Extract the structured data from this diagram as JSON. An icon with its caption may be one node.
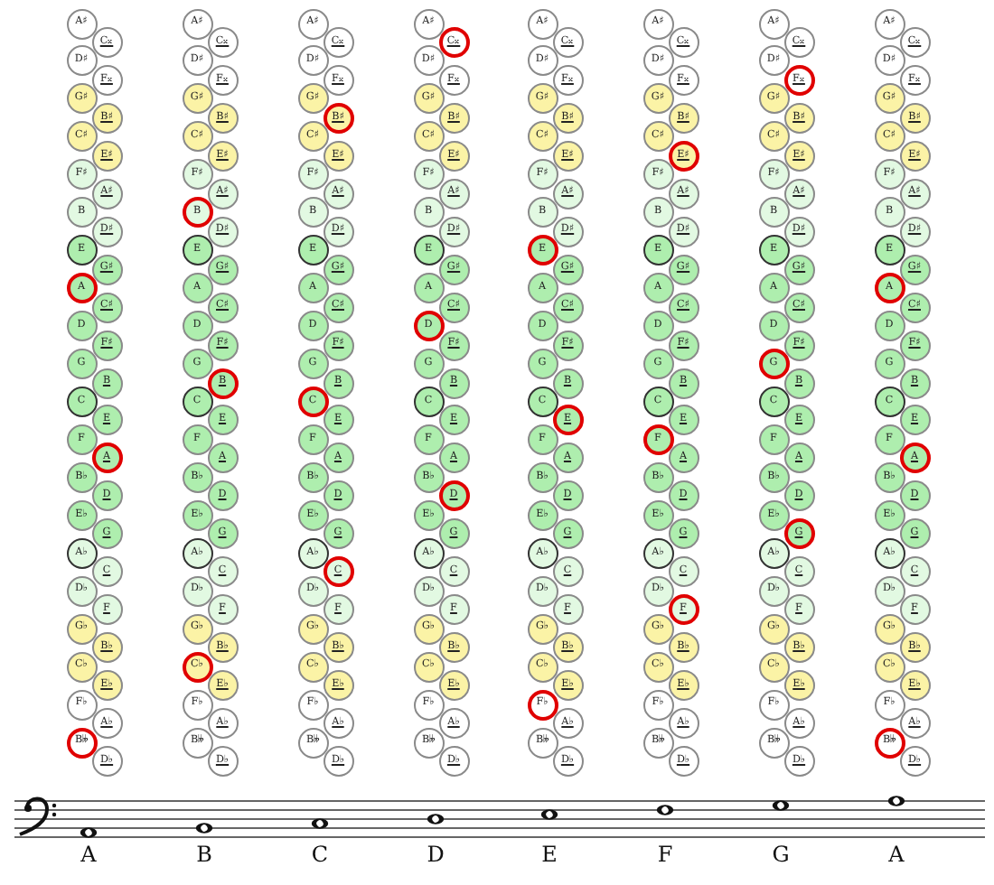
{
  "diagram": {
    "nodes": [
      {
        "text": [
          "A♯"
        ]
      },
      {
        "text": [
          "C𝄪"
        ]
      },
      {
        "text": [
          "D♯"
        ]
      },
      {
        "text": [
          "F𝄪"
        ]
      },
      {
        "text": [
          "G♯"
        ]
      },
      {
        "text": [
          "B♯"
        ]
      },
      {
        "text": [
          "C♯"
        ]
      },
      {
        "text": [
          "E♯"
        ]
      },
      {
        "text": [
          "F♯"
        ]
      },
      {
        "text": [
          "A♯"
        ]
      },
      {
        "text": [
          "B"
        ]
      },
      {
        "text": [
          "D♯"
        ]
      },
      {
        "text": [
          "E"
        ]
      },
      {
        "text": [
          "G♯"
        ]
      },
      {
        "text": [
          "A"
        ]
      },
      {
        "text": [
          "C♯"
        ]
      },
      {
        "text": [
          "D"
        ]
      },
      {
        "text": [
          "F♯"
        ]
      },
      {
        "text": [
          "G"
        ]
      },
      {
        "text": [
          "B"
        ]
      },
      {
        "text": [
          "C"
        ]
      },
      {
        "text": [
          "E"
        ]
      },
      {
        "text": [
          "F"
        ]
      },
      {
        "text": [
          "A"
        ]
      },
      {
        "text": [
          "B♭"
        ]
      },
      {
        "text": [
          "D"
        ]
      },
      {
        "text": [
          "E♭"
        ]
      },
      {
        "text": [
          "G"
        ]
      },
      {
        "text": [
          "A♭"
        ]
      },
      {
        "text": [
          "C"
        ]
      },
      {
        "text": [
          "D♭"
        ]
      },
      {
        "text": [
          "F"
        ]
      },
      {
        "text": [
          "G♭"
        ]
      },
      {
        "text": [
          "B♭"
        ]
      },
      {
        "text": [
          "C♭"
        ]
      },
      {
        "text": [
          "E♭"
        ]
      },
      {
        "text": [
          "F♭"
        ]
      },
      {
        "text": [
          "A♭"
        ]
      },
      {
        "text": [
          "B𝄫"
        ]
      },
      {
        "text": [
          "D♭"
        ]
      },
      {
        "text": [
          "A♯"
        ]
      },
      {
        "text": [
          "C𝄪"
        ]
      },
      {
        "text": [
          "D♯"
        ]
      },
      {
        "text": [
          "F𝄪"
        ]
      },
      {
        "text": [
          "G♯"
        ]
      },
      {
        "text": [
          "B♯"
        ]
      },
      {
        "text": [
          "C♯"
        ]
      },
      {
        "text": [
          "E♯"
        ]
      },
      {
        "text": [
          "F♯"
        ]
      },
      {
        "text": [
          "A♯"
        ]
      },
      {
        "text": [
          "B"
        ]
      },
      {
        "text": [
          "D♯"
        ]
      },
      {
        "text": [
          "E"
        ]
      },
      {
        "text": [
          "G♯"
        ]
      },
      {
        "text": [
          "A"
        ]
      },
      {
        "text": [
          "C♯"
        ]
      },
      {
        "text": [
          "D"
        ]
      },
      {
        "text": [
          "F♯"
        ]
      },
      {
        "text": [
          "G"
        ]
      },
      {
        "text": [
          "B"
        ]
      },
      {
        "text": [
          "C"
        ]
      },
      {
        "text": [
          "E"
        ]
      },
      {
        "text": [
          "F"
        ]
      },
      {
        "text": [
          "A"
        ]
      },
      {
        "text": [
          "B♭"
        ]
      },
      {
        "text": [
          "D"
        ]
      },
      {
        "text": [
          "E♭"
        ]
      },
      {
        "text": [
          "G"
        ]
      },
      {
        "text": [
          "A♭"
        ]
      },
      {
        "text": [
          "C"
        ]
      },
      {
        "text": [
          "D♭"
        ]
      },
      {
        "text": [
          "F"
        ]
      },
      {
        "text": [
          "G♭"
        ]
      },
      {
        "text": [
          "B♭"
        ]
      },
      {
        "text": [
          "C♭"
        ]
      },
      {
        "text": [
          "E♭"
        ]
      },
      {
        "text": [
          "F♭"
        ]
      },
      {
        "text": [
          "A♭"
        ]
      },
      {
        "text": [
          "B𝄫"
        ]
      },
      {
        "text": [
          "D♭"
        ]
      },
      {
        "text": [
          "A♯"
        ]
      },
      {
        "text": [
          "C𝄪"
        ]
      },
      {
        "text": [
          "D♯"
        ]
      },
      {
        "text": [
          "F𝄪"
        ]
      },
      {
        "text": [
          "G♯"
        ]
      },
      {
        "text": [
          "B♯"
        ]
      },
      {
        "text": [
          "C♯"
        ]
      },
      {
        "text": [
          "E♯"
        ]
      },
      {
        "text": [
          "F♯"
        ]
      },
      {
        "text": [
          "A♯"
        ]
      },
      {
        "text": [
          "B"
        ]
      },
      {
        "text": [
          "D♯"
        ]
      },
      {
        "text": [
          "E"
        ]
      },
      {
        "text": [
          "G♯"
        ]
      },
      {
        "text": [
          "A"
        ]
      },
      {
        "text": [
          "C♯"
        ]
      },
      {
        "text": [
          "D"
        ]
      },
      {
        "text": [
          "F♯"
        ]
      },
      {
        "text": [
          "G"
        ]
      },
      {
        "text": [
          "B"
        ]
      },
      {
        "text": [
          "C"
        ]
      },
      {
        "text": [
          "E"
        ]
      },
      {
        "text": [
          "F"
        ]
      },
      {
        "text": [
          "A"
        ]
      },
      {
        "text": [
          "B♭"
        ]
      },
      {
        "text": [
          "D"
        ]
      },
      {
        "text": [
          "E♭"
        ]
      },
      {
        "text": [
          "G"
        ]
      },
      {
        "text": [
          "A♭"
        ]
      },
      {
        "text": [
          "C"
        ]
      },
      {
        "text": [
          "D♭"
        ]
      },
      {
        "text": [
          "F"
        ]
      },
      {
        "text": [
          "G♭"
        ]
      },
      {
        "text": [
          "B♭"
        ]
      },
      {
        "text": [
          "C♭"
        ]
      },
      {
        "text": [
          "E♭"
        ]
      },
      {
        "text": [
          "F♭"
        ]
      },
      {
        "text": [
          "A♭"
        ]
      },
      {
        "text": [
          "B𝄫"
        ]
      },
      {
        "text": [
          "D♭"
        ]
      },
      {
        "text": [
          "A♯"
        ]
      },
      {
        "text": [
          "C𝄪"
        ]
      },
      {
        "text": [
          "D♯"
        ]
      },
      {
        "text": [
          "F𝄪"
        ]
      },
      {
        "text": [
          "G♯"
        ]
      },
      {
        "text": [
          "B♯"
        ]
      },
      {
        "text": [
          "C♯"
        ]
      },
      {
        "text": [
          "E♯"
        ]
      },
      {
        "text": [
          "F♯"
        ]
      },
      {
        "text": [
          "A♯"
        ]
      },
      {
        "text": [
          "B"
        ]
      },
      {
        "text": [
          "D♯"
        ]
      },
      {
        "text": [
          "E"
        ]
      },
      {
        "text": [
          "G♯"
        ]
      },
      {
        "text": [
          "A"
        ]
      },
      {
        "text": [
          "C♯"
        ]
      },
      {
        "text": [
          "D"
        ]
      },
      {
        "text": [
          "F♯"
        ]
      },
      {
        "text": [
          "G"
        ]
      },
      {
        "text": [
          "B"
        ]
      },
      {
        "text": [
          "C"
        ]
      },
      {
        "text": [
          "E"
        ]
      },
      {
        "text": [
          "F"
        ]
      },
      {
        "text": [
          "A"
        ]
      },
      {
        "text": [
          "B♭"
        ]
      },
      {
        "text": [
          "D"
        ]
      },
      {
        "text": [
          "E♭"
        ]
      },
      {
        "text": [
          "G"
        ]
      },
      {
        "text": [
          "A♭"
        ]
      },
      {
        "text": [
          "C"
        ]
      },
      {
        "text": [
          "D♭"
        ]
      },
      {
        "text": [
          "F"
        ]
      },
      {
        "text": [
          "G♭"
        ]
      },
      {
        "text": [
          "B♭"
        ]
      },
      {
        "text": [
          "C♭"
        ]
      },
      {
        "text": [
          "E♭"
        ]
      },
      {
        "text": [
          "F♭"
        ]
      },
      {
        "text": [
          "A♭"
        ]
      },
      {
        "text": [
          "B𝄫"
        ]
      },
      {
        "text": [
          "D♭"
        ]
      },
      {
        "text": [
          "A♯"
        ]
      },
      {
        "text": [
          "C𝄪"
        ]
      },
      {
        "text": [
          "D♯"
        ]
      },
      {
        "text": [
          "F𝄪"
        ]
      },
      {
        "text": [
          "G♯"
        ]
      },
      {
        "text": [
          "B♯"
        ]
      },
      {
        "text": [
          "C♯"
        ]
      },
      {
        "text": [
          "E♯"
        ]
      },
      {
        "text": [
          "F♯"
        ]
      },
      {
        "text": [
          "A♯"
        ]
      },
      {
        "text": [
          "B"
        ]
      },
      {
        "text": [
          "D♯"
        ]
      },
      {
        "text": [
          "E"
        ]
      },
      {
        "text": [
          "G♯"
        ]
      },
      {
        "text": [
          "A"
        ]
      },
      {
        "text": [
          "C♯"
        ]
      },
      {
        "text": [
          "D"
        ]
      },
      {
        "text": [
          "F♯"
        ]
      },
      {
        "text": [
          "G"
        ]
      },
      {
        "text": [
          "B"
        ]
      },
      {
        "text": [
          "C"
        ]
      },
      {
        "text": [
          "E"
        ]
      },
      {
        "text": [
          "F"
        ]
      },
      {
        "text": [
          "A"
        ]
      },
      {
        "text": [
          "B♭"
        ]
      },
      {
        "text": [
          "D"
        ]
      },
      {
        "text": [
          "E♭"
        ]
      },
      {
        "text": [
          "G"
        ]
      },
      {
        "text": [
          "A♭"
        ]
      },
      {
        "text": [
          "C"
        ]
      },
      {
        "text": [
          "D♭"
        ]
      },
      {
        "text": [
          "F"
        ]
      },
      {
        "text": [
          "G♭"
        ]
      },
      {
        "text": [
          "B♭"
        ]
      },
      {
        "text": [
          "C♭"
        ]
      },
      {
        "text": [
          "E♭"
        ]
      },
      {
        "text": [
          "F♭"
        ]
      },
      {
        "text": [
          "A♭"
        ]
      },
      {
        "text": [
          "B𝄫"
        ]
      },
      {
        "text": [
          "D♭"
        ]
      },
      {
        "text": [
          "A♯"
        ]
      },
      {
        "text": [
          "C𝄪"
        ]
      },
      {
        "text": [
          "D♯"
        ]
      },
      {
        "text": [
          "F𝄪"
        ]
      },
      {
        "text": [
          "G♯"
        ]
      },
      {
        "text": [
          "B♯"
        ]
      },
      {
        "text": [
          "C♯"
        ]
      },
      {
        "text": [
          "E♯"
        ]
      },
      {
        "text": [
          "F♯"
        ]
      },
      {
        "text": [
          "A♯"
        ]
      },
      {
        "text": [
          "B"
        ]
      },
      {
        "text": [
          "D♯"
        ]
      },
      {
        "text": [
          "E"
        ]
      },
      {
        "text": [
          "G♯"
        ]
      },
      {
        "text": [
          "A"
        ]
      },
      {
        "text": [
          "C♯"
        ]
      },
      {
        "text": [
          "D"
        ]
      },
      {
        "text": [
          "F♯"
        ]
      },
      {
        "text": [
          "G"
        ]
      },
      {
        "text": [
          "B"
        ]
      },
      {
        "text": [
          "C"
        ]
      },
      {
        "text": [
          "E"
        ]
      },
      {
        "text": [
          "F"
        ]
      },
      {
        "text": [
          "A"
        ]
      },
      {
        "text": [
          "B♭"
        ]
      },
      {
        "text": [
          "D"
        ]
      },
      {
        "text": [
          "E♭"
        ]
      },
      {
        "text": [
          "G"
        ]
      },
      {
        "text": [
          "A♭"
        ]
      },
      {
        "text": [
          "C"
        ]
      },
      {
        "text": [
          "D♭"
        ]
      },
      {
        "text": [
          "F"
        ]
      },
      {
        "text": [
          "G♭"
        ]
      },
      {
        "text": [
          "B♭"
        ]
      },
      {
        "text": [
          "C♭"
        ]
      },
      {
        "text": [
          "E♭"
        ]
      },
      {
        "text": [
          "F♭"
        ]
      },
      {
        "text": [
          "A♭"
        ]
      },
      {
        "text": [
          "B𝄫"
        ]
      },
      {
        "text": [
          "D♭"
        ]
      },
      {
        "text": [
          "A♯"
        ]
      },
      {
        "text": [
          "C𝄪"
        ]
      },
      {
        "text": [
          "D♯"
        ]
      },
      {
        "text": [
          "F𝄪"
        ]
      },
      {
        "text": [
          "G♯"
        ]
      },
      {
        "text": [
          "B♯"
        ]
      },
      {
        "text": [
          "C♯"
        ]
      },
      {
        "text": [
          "E♯"
        ]
      },
      {
        "text": [
          "F♯"
        ]
      },
      {
        "text": [
          "A♯"
        ]
      },
      {
        "text": [
          "B"
        ]
      },
      {
        "text": [
          "D♯"
        ]
      },
      {
        "text": [
          "E"
        ]
      },
      {
        "text": [
          "G♯"
        ]
      },
      {
        "text": [
          "A"
        ]
      },
      {
        "text": [
          "C♯"
        ]
      },
      {
        "text": [
          "D"
        ]
      },
      {
        "text": [
          "F♯"
        ]
      },
      {
        "text": [
          "G"
        ]
      },
      {
        "text": [
          "B"
        ]
      },
      {
        "text": [
          "C"
        ]
      },
      {
        "text": [
          "E"
        ]
      },
      {
        "text": [
          "F"
        ]
      },
      {
        "text": [
          "A"
        ]
      },
      {
        "text": [
          "B♭"
        ]
      },
      {
        "text": [
          "D"
        ]
      },
      {
        "text": [
          "E♭"
        ]
      },
      {
        "text": [
          "G"
        ]
      },
      {
        "text": [
          "A♭"
        ]
      },
      {
        "text": [
          "C"
        ]
      },
      {
        "text": [
          "D♭"
        ]
      },
      {
        "text": [
          "F"
        ]
      },
      {
        "text": [
          "G♭"
        ]
      },
      {
        "text": [
          "B♭"
        ]
      },
      {
        "text": [
          "C♭"
        ]
      },
      {
        "text": [
          "E♭"
        ]
      },
      {
        "text": [
          "F♭"
        ]
      },
      {
        "text": [
          "A♭"
        ]
      },
      {
        "text": [
          "B𝄫"
        ]
      },
      {
        "text": [
          "D♭"
        ]
      },
      {
        "text": [
          "A♯"
        ]
      },
      {
        "text": [
          "C𝄪"
        ]
      },
      {
        "text": [
          "D♯"
        ]
      },
      {
        "text": [
          "F𝄪"
        ]
      },
      {
        "text": [
          "G♯"
        ]
      },
      {
        "text": [
          "B♯"
        ]
      },
      {
        "text": [
          "C♯"
        ]
      },
      {
        "text": [
          "E♯"
        ]
      },
      {
        "text": [
          "F♯"
        ]
      },
      {
        "text": [
          "A♯"
        ]
      },
      {
        "text": [
          "B"
        ]
      },
      {
        "text": [
          "D♯"
        ]
      },
      {
        "text": [
          "E"
        ]
      },
      {
        "text": [
          "G♯"
        ]
      },
      {
        "text": [
          "A"
        ]
      },
      {
        "text": [
          "C♯"
        ]
      },
      {
        "text": [
          "D"
        ]
      },
      {
        "text": [
          "F♯"
        ]
      },
      {
        "text": [
          "G"
        ]
      },
      {
        "text": [
          "B"
        ]
      },
      {
        "text": [
          "C"
        ]
      },
      {
        "text": [
          "E"
        ]
      },
      {
        "text": [
          "F"
        ]
      },
      {
        "text": [
          "A"
        ]
      },
      {
        "text": [
          "B♭"
        ]
      },
      {
        "text": [
          "D"
        ]
      },
      {
        "text": [
          "E♭"
        ]
      },
      {
        "text": [
          "G"
        ]
      },
      {
        "text": [
          "A♭"
        ]
      },
      {
        "text": [
          "C"
        ]
      },
      {
        "text": [
          "D♭"
        ]
      },
      {
        "text": [
          "F"
        ]
      },
      {
        "text": [
          "G♭"
        ]
      },
      {
        "text": [
          "B♭"
        ]
      },
      {
        "text": [
          "C♭"
        ]
      },
      {
        "text": [
          "E♭"
        ]
      },
      {
        "text": [
          "F♭"
        ]
      },
      {
        "text": [
          "A♭"
        ]
      },
      {
        "text": [
          "B𝄫"
        ]
      },
      {
        "text": [
          "D♭"
        ]
      }
    ],
    "labels": [
      "A",
      "B",
      "C",
      "D",
      "E",
      "F",
      "G",
      "A"
    ]
  }
}
